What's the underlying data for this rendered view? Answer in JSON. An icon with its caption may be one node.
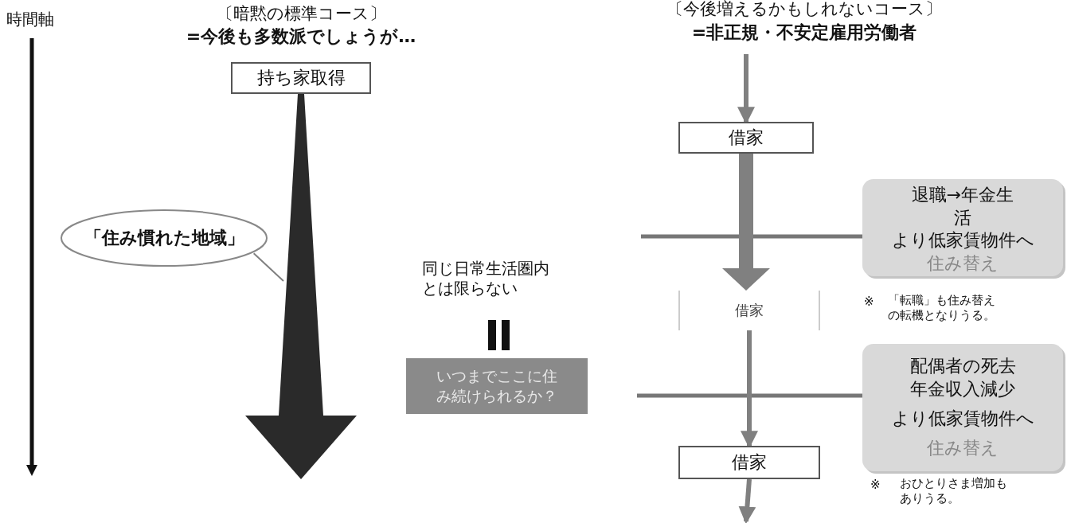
{
  "diagram": {
    "nodes": [
      {
        "text": [
          "持ち家取得"
        ]
      },
      {
        "text": [
          "「住み慣れた地域」"
        ]
      },
      {
        "text": [
          "いつまでここに住み続けられるか？"
        ]
      },
      {
        "text": [
          "借家"
        ]
      },
      {
        "text": [
          "退職→年金生活",
          "より低家賃物件へ",
          "住み替え"
        ]
      },
      {
        "text": [
          "借家"
        ]
      },
      {
        "text": [
          "配偶者の死去年金収入減少",
          "より低家賃物件へ",
          "住み替え"
        ]
      },
      {
        "text": [
          "借家"
        ]
      }
    ],
    "edges": [
      {
        "from": 0,
        "to": null,
        "arrow": "to",
        "style": "thick",
        "color": "#2a2a2a"
      },
      {
        "from": 1,
        "to": null,
        "arrow": "none"
      },
      {
        "from": null,
        "to": 3,
        "arrow": "to"
      },
      {
        "from": 3,
        "to": 5,
        "arrow": "to",
        "style": "thick"
      },
      {
        "from": 5,
        "to": 7,
        "arrow": "to"
      },
      {
        "from": 7,
        "to": null,
        "arrow": "to"
      }
    ],
    "labels": [
      "時間軸",
      "〔暗黙の標準コース〕",
      "=今後も多数派でしょうが…",
      "〔今後増えるかもしれないコース〕",
      "=非正規・不安定雇用労働者",
      "同じ日常生活圏内とは限らない",
      "※",
      "「転職」も住み替えの転機となりうる。",
      "※",
      "おひとりさま増加もありうる。"
    ]
  }
}
